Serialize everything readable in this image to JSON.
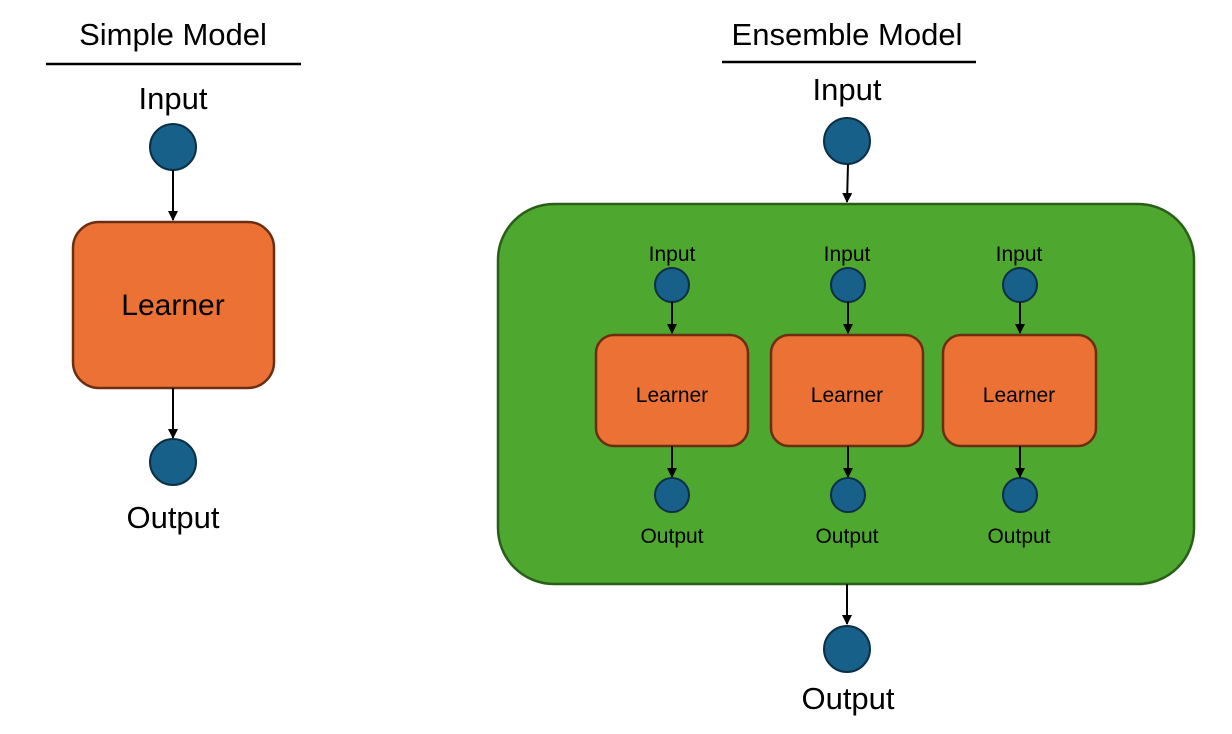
{
  "simple_model": {
    "title": "Simple Model",
    "input_label": "Input",
    "learner_label": "Learner",
    "output_label": "Output"
  },
  "ensemble_model": {
    "title": "Ensemble Model",
    "input_label": "Input",
    "output_label": "Output",
    "sub_learners": [
      {
        "input_label": "Input",
        "learner_label": "Learner",
        "output_label": "Output"
      },
      {
        "input_label": "Input",
        "learner_label": "Learner",
        "output_label": "Output"
      },
      {
        "input_label": "Input",
        "learner_label": "Learner",
        "output_label": "Output"
      }
    ]
  },
  "colors": {
    "node_fill": "#17608a",
    "node_stroke": "#0b2f45",
    "learner_fill": "#eb7135",
    "learner_stroke": "#6b2e10",
    "ensemble_fill": "#4ea72e",
    "ensemble_stroke": "#2a5e18",
    "line": "#000000"
  }
}
